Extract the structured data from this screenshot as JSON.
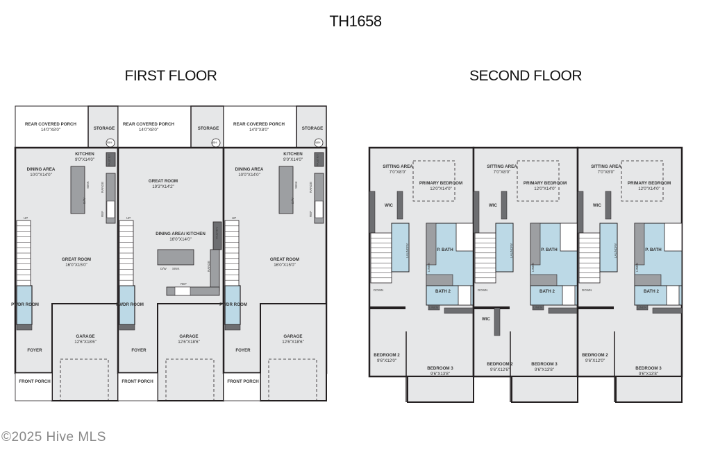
{
  "title": "TH1658",
  "first_floor": {
    "heading": "FIRST FLOOR",
    "units": [
      {
        "rooms": [
          {
            "label": "REAR COVERED PORCH",
            "dims": "14'0\"X8'0\""
          },
          {
            "label": "STORAGE",
            "dims": ""
          },
          {
            "label": "KITCHEN",
            "dims": "9'0\"X14'0\""
          },
          {
            "label": "DINING AREA",
            "dims": "10'0\"X14'0\""
          },
          {
            "label": "GREAT ROOM",
            "dims": "16'0\"X15'0\""
          },
          {
            "label": "PWDR ROOM",
            "dims": ""
          },
          {
            "label": "GARAGE",
            "dims": "12'6\"X18'6\""
          },
          {
            "label": "FOYER",
            "dims": ""
          },
          {
            "label": "FRONT PORCH",
            "dims": ""
          }
        ],
        "fixtures": [
          "WH",
          "PANTRY",
          "RANGE",
          "SINK",
          "D/W",
          "REF",
          "UP"
        ]
      },
      {
        "rooms": [
          {
            "label": "REAR COVERED PORCH",
            "dims": "14'0\"X8'0\""
          },
          {
            "label": "STORAGE",
            "dims": ""
          },
          {
            "label": "GREAT ROOM",
            "dims": "19'3\"X14'2\""
          },
          {
            "label": "DINING AREA/ KITCHEN",
            "dims": "16'0\"X14'0\""
          },
          {
            "label": "PWDR ROOM",
            "dims": ""
          },
          {
            "label": "GARAGE",
            "dims": "12'6\"X18'6\""
          },
          {
            "label": "FOYER",
            "dims": ""
          },
          {
            "label": "FRONT PORCH",
            "dims": ""
          }
        ],
        "fixtures": [
          "WH",
          "PANTRY",
          "RANGE",
          "SINK",
          "D/W",
          "REF",
          "UP"
        ]
      },
      {
        "rooms": [
          {
            "label": "REAR COVERED PORCH",
            "dims": "14'0\"X8'0\""
          },
          {
            "label": "STORAGE",
            "dims": ""
          },
          {
            "label": "KITCHEN",
            "dims": "9'0\"X14'0\""
          },
          {
            "label": "DINING AREA",
            "dims": "10'0\"X14'0\""
          },
          {
            "label": "GREAT ROOM",
            "dims": "16'0\"X15'0\""
          },
          {
            "label": "PWDR ROOM",
            "dims": ""
          },
          {
            "label": "GARAGE",
            "dims": "12'6\"X18'6\""
          },
          {
            "label": "FOYER",
            "dims": ""
          },
          {
            "label": "FRONT PORCH",
            "dims": ""
          }
        ],
        "fixtures": [
          "WH",
          "PANTRY",
          "RANGE",
          "SINK",
          "D/W",
          "REF",
          "UP"
        ]
      }
    ]
  },
  "second_floor": {
    "heading": "SECOND FLOOR",
    "units": [
      {
        "rooms": [
          {
            "label": "SITTING AREA",
            "dims": "7'0\"X8'0\""
          },
          {
            "label": "PRIMARY BEDROOM",
            "dims": "12'0\"X14'0\""
          },
          {
            "label": "WIC",
            "dims": ""
          },
          {
            "label": "P. BATH",
            "dims": ""
          },
          {
            "label": "BATH 2",
            "dims": ""
          },
          {
            "label": "BEDROOM 2",
            "dims": "9'6\"X12'0\""
          },
          {
            "label": "BEDROOM 3",
            "dims": "9'6\"X13'8\""
          }
        ],
        "fixtures": [
          "DOWN",
          "LINEN",
          "LINEN",
          "LAUNDRY"
        ]
      },
      {
        "rooms": [
          {
            "label": "SITTING AREA",
            "dims": "7'0\"X8'0\""
          },
          {
            "label": "PRIMARY BEDROOM",
            "dims": "12'0\"X14'0\""
          },
          {
            "label": "WIC",
            "dims": ""
          },
          {
            "label": "P. BATH",
            "dims": ""
          },
          {
            "label": "BATH 2",
            "dims": ""
          },
          {
            "label": "WIC",
            "dims": ""
          },
          {
            "label": "BEDROOM 2",
            "dims": "9'6\"X12'6\""
          },
          {
            "label": "BEDROOM 3",
            "dims": "9'6\"X13'8\""
          }
        ],
        "fixtures": [
          "DOWN",
          "LINEN",
          "LINEN",
          "LAUNDRY"
        ]
      },
      {
        "rooms": [
          {
            "label": "SITTING AREA",
            "dims": "7'0\"X8'0\""
          },
          {
            "label": "PRIMARY BEDROOM",
            "dims": "12'0\"X14'0\""
          },
          {
            "label": "WIC",
            "dims": ""
          },
          {
            "label": "P. BATH",
            "dims": ""
          },
          {
            "label": "BATH 2",
            "dims": ""
          },
          {
            "label": "BEDROOM 2",
            "dims": "9'6\"X12'0\""
          },
          {
            "label": "BEDROOM 3",
            "dims": "9'6\"X13'8\""
          }
        ],
        "fixtures": [
          "DOWN",
          "LINEN",
          "LINEN",
          "LAUNDRY"
        ]
      }
    ]
  },
  "watermark": "©2025 Hive MLS",
  "colors": {
    "floor": "#e6e7e8",
    "wall": "#231f20",
    "bath": "#bcd9e6",
    "cabinet": "#9d9fa2",
    "closet": "#6d6e71"
  }
}
